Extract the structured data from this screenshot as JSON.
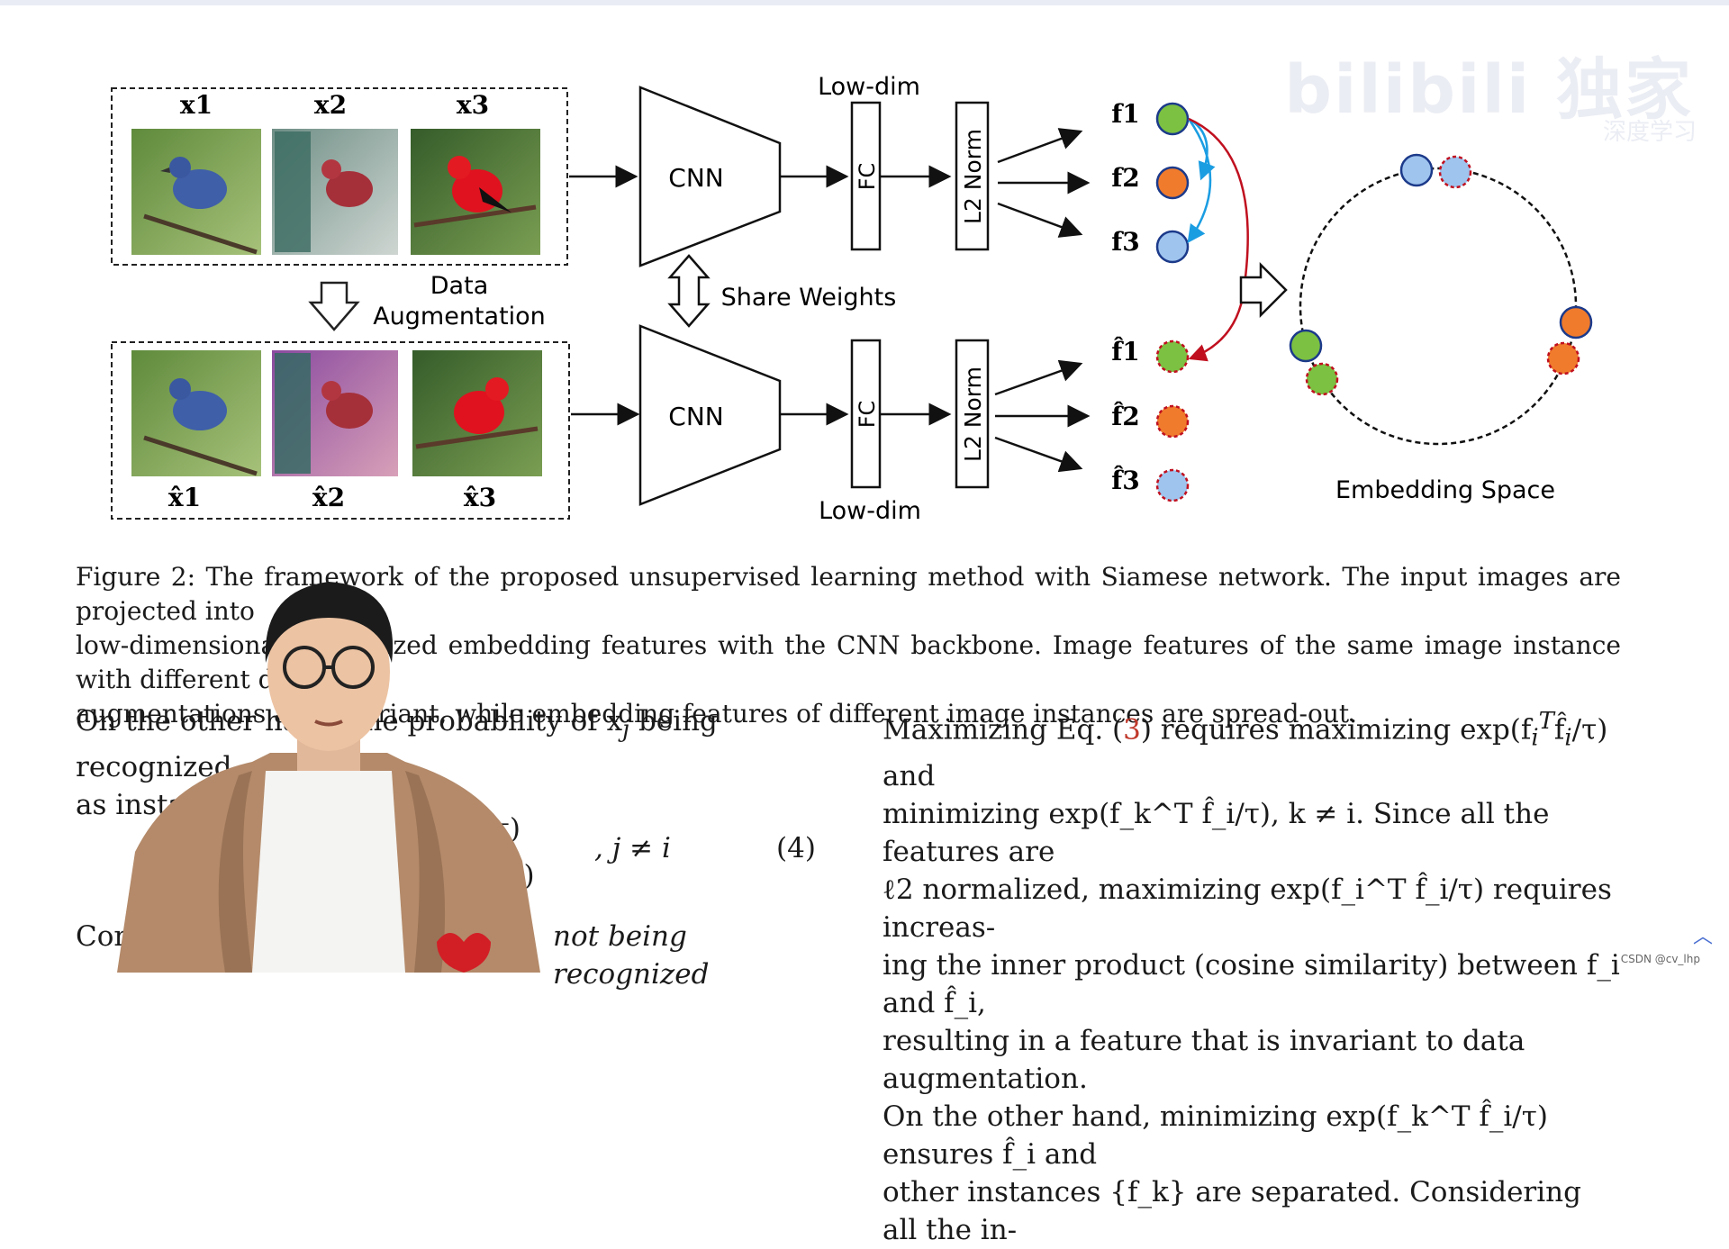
{
  "figure": {
    "inputs_top": [
      "x1",
      "x2",
      "x3"
    ],
    "inputs_bottom": [
      "x̂1",
      "x̂2",
      "x̂3"
    ],
    "aug_label_1": "Data",
    "aug_label_2": "Augmentation",
    "cnn_label": "CNN",
    "fc_label": "FC",
    "norm_label": "L2 Norm",
    "lowdim_label": "Low-dim",
    "share_label": "Share Weights",
    "features_top": [
      "f1",
      "f2",
      "f3"
    ],
    "features_bottom": [
      "f̂1",
      "f̂2",
      "f̂3"
    ],
    "embedding_label": "Embedding Space",
    "colors": {
      "green": "#7cc142",
      "orange": "#f07b2c",
      "blue": "#9fc4ee",
      "arrow_blue": "#1b9de2",
      "arrow_red": "#c0101f"
    }
  },
  "caption": {
    "label": "Figure 2:",
    "line1": "The framework of the proposed unsupervised learning method with Siamese network.  The input images are projected into",
    "line2": "low-dimensional normalized embedding features with the CNN backbone. Image features of the same image instance with different data",
    "line3": "augmentations are invariant, while embedding features of different image instances are spread-out."
  },
  "left_col": {
    "line1": "On the other hand, the probability of x",
    "line1_sub": "j",
    "line1_end": " being recognized",
    "line2": "as instance i is defined by",
    "eq_num": "(4)",
    "eq_cond": ", j ≠ i",
    "line3_start": "Cor",
    "line3_end": "not being recognized"
  },
  "right_col": {
    "l1a": "Maximizing Eq. (",
    "l1ref": "3",
    "l1b": ") requires maximizing exp(f",
    "l1c": "f̂",
    "l1d": "/τ) and",
    "l2": "minimizing exp(f_k^T f̂_i/τ), k ≠ i.  Since all the features are",
    "l3": "ℓ2 normalized, maximizing exp(f_i^T f̂_i/τ) requires increas-",
    "l4": "ing the inner product (cosine similarity) between f_i and f̂_i,",
    "l5": "resulting in a feature that is invariant to data augmentation.",
    "l6": "On the other hand, minimizing exp(f_k^T f̂_i/τ) ensures f̂_i and",
    "l7": "other instances {f_k} are separated.  Considering all the in-"
  },
  "overlay": {
    "logo": "bilibili 独家",
    "logo_sub": "深度学习",
    "watermark": "CSDN @cv_lhp",
    "corner_icon": "chevron-up-icon"
  }
}
